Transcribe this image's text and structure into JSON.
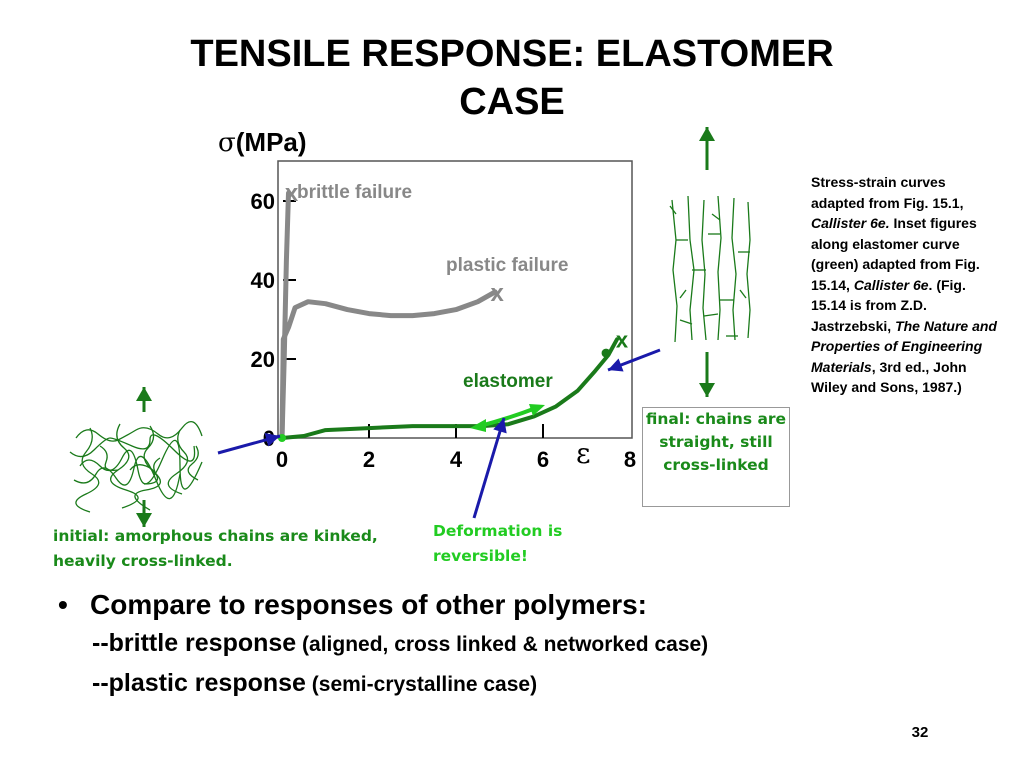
{
  "title": {
    "line1": "TENSILE RESPONSE:  ELASTOMER",
    "line2": "CASE"
  },
  "chart": {
    "y_symbol": "σ",
    "y_unit": "(MPa)",
    "x_symbol": "ε",
    "x_ticks": [
      "0",
      "2",
      "4",
      "6",
      "8"
    ],
    "y_ticks": [
      "0",
      "20",
      "40",
      "60"
    ],
    "labels": {
      "brittle": "brittle failure",
      "plastic": "plastic failure",
      "elastomer": "elastomer"
    },
    "failure_marker": "x"
  },
  "chart_data": {
    "type": "line",
    "xlabel": "ε",
    "ylabel": "σ(MPa)",
    "xlim": [
      0,
      8
    ],
    "ylim": [
      0,
      70
    ],
    "grid": false,
    "series": [
      {
        "name": "brittle failure",
        "color": "#888888",
        "x": [
          0,
          0.05,
          0.1,
          0.15
        ],
        "y": [
          0,
          20,
          45,
          62
        ]
      },
      {
        "name": "plastic failure",
        "color": "#888888",
        "x": [
          0,
          0.03,
          0.15,
          0.3,
          0.6,
          1.0,
          1.5,
          2.0,
          2.5,
          3.0,
          3.5,
          4.0,
          4.5,
          4.9
        ],
        "y": [
          0,
          25,
          28,
          33,
          34.5,
          34,
          32.5,
          31.5,
          31,
          31,
          31.5,
          32.5,
          34.5,
          37
        ]
      },
      {
        "name": "elastomer",
        "color": "#1a7a1a",
        "x": [
          0,
          0.5,
          1,
          2,
          3,
          4,
          4.6,
          5.2,
          5.8,
          6.3,
          6.8,
          7.2,
          7.5,
          7.7
        ],
        "y": [
          0,
          0.5,
          2,
          2.5,
          3,
          3,
          3,
          3.5,
          5.5,
          8,
          12,
          17,
          21,
          25
        ]
      }
    ]
  },
  "caption": {
    "l1": "Stress-strain curves adapted from Fig. 15.1, ",
    "l1_italic": "Callister 6e.",
    "l2": " Inset figures along elastomer curve (green) adapted from Fig. 15.14, ",
    "l2_italic": "Callister 6e",
    "l3": ".  (Fig. 15.14 is from Z.D. Jastrzebski, ",
    "l3_italic": "The Nature and Properties of Engineering Materials",
    "l4": ", 3rd ed., John Wiley and Sons, 1987.)"
  },
  "final_box": {
    "text": "final:  chains are straight, still cross-linked"
  },
  "initial_note": "initial:  amorphous chains are kinked, heavily cross-linked.",
  "reversible_note": "Deformation is reversible!",
  "bullets": {
    "main": "Compare to responses of other polymers:",
    "b1_bold": "--brittle response",
    "b1_small": " (aligned, cross linked & networked case)",
    "b2_bold": "--plastic response",
    "b2_small": " (semi-crystalline case)"
  },
  "page_number": "32",
  "colors": {
    "grey_curve": "#888888",
    "green": "#1a7a1a",
    "light_green": "#22cc22",
    "arrow_blue": "#1a1aaa"
  }
}
